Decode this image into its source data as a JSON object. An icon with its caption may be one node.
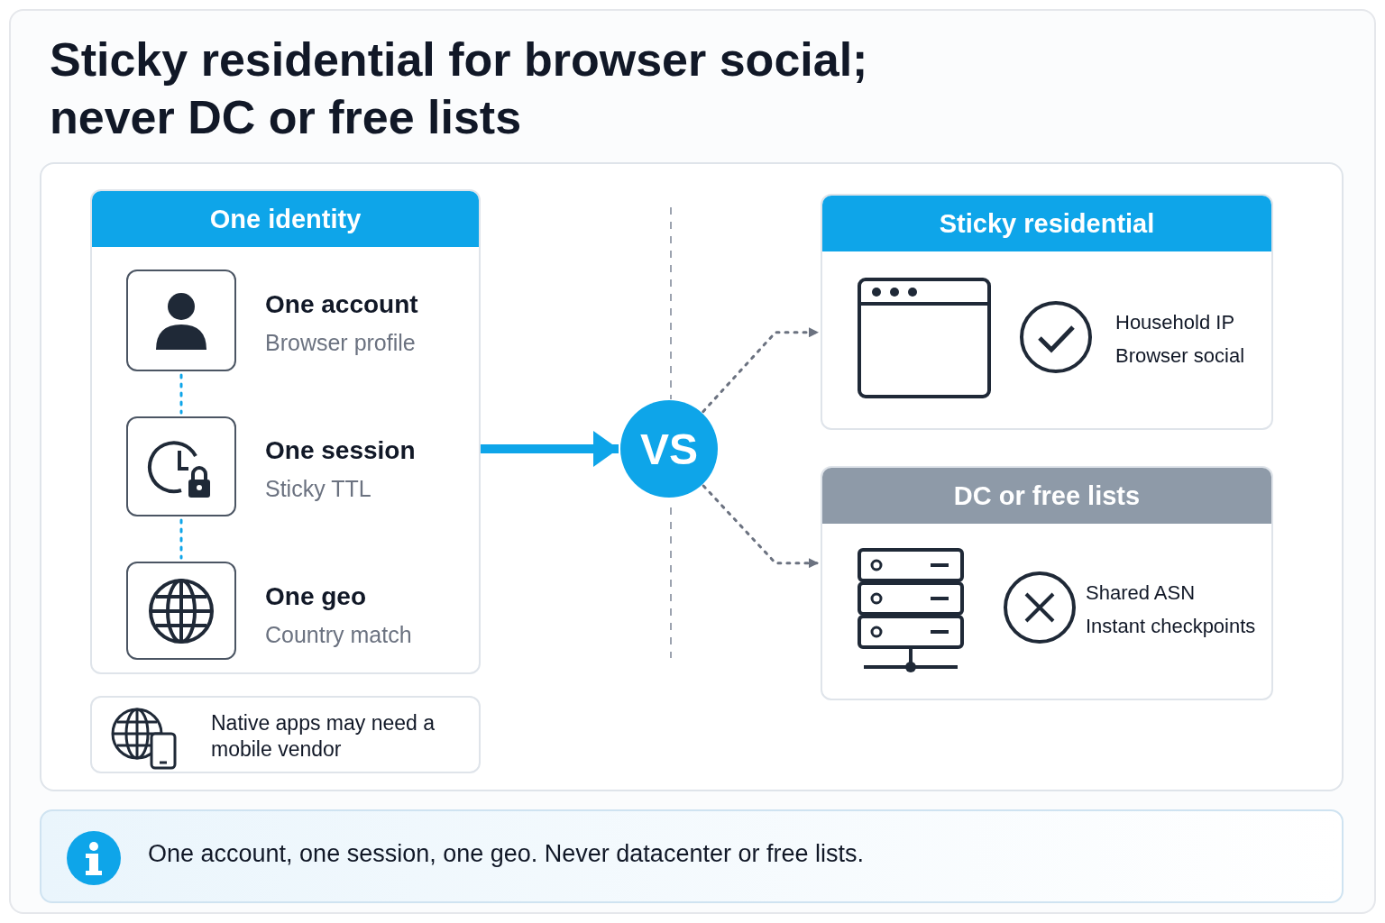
{
  "diagram": {
    "title": "Sticky residential for browser social; never DC or free lists",
    "nodes": [
      {
        "text": [
          "One identity"
        ]
      },
      {
        "text": [],
        "shape": "box",
        "in": 0,
        "beside": [
          "One account",
          "Browser profile"
        ]
      },
      {
        "text": [],
        "shape": "box",
        "in": 0,
        "beside": [
          "One session",
          "Sticky TTL"
        ]
      },
      {
        "text": [],
        "shape": "box",
        "in": 0,
        "beside": [
          "One geo",
          "Country match"
        ]
      },
      {
        "text": [
          "Native apps may need a mobile vendor"
        ]
      },
      {
        "text": [
          "VS"
        ]
      },
      {
        "text": [
          "Sticky residential",
          "Household IP",
          "Browser social"
        ]
      },
      {
        "text": [
          "DC or free lists",
          "Shared ASN",
          "Instant checkpoints"
        ]
      }
    ],
    "edges": [
      {
        "from": 1,
        "to": 2,
        "arrow": "none",
        "style": "dashed",
        "color": "#0ea5e9"
      },
      {
        "from": 2,
        "to": 3,
        "arrow": "none",
        "style": "dashed",
        "color": "#0ea5e9"
      },
      {
        "from": 0,
        "to": 5,
        "arrow": "to",
        "style": "thick",
        "color": "#0ea5e9"
      },
      {
        "from": 5,
        "to": 6,
        "arrow": "to",
        "style": "dashed",
        "color": "#6b7280"
      },
      {
        "from": 5,
        "to": 7,
        "arrow": "to",
        "style": "dashed",
        "color": "#6b7280"
      }
    ],
    "labels": [
      "One account, one session, one geo. Never datacenter or free lists."
    ]
  }
}
